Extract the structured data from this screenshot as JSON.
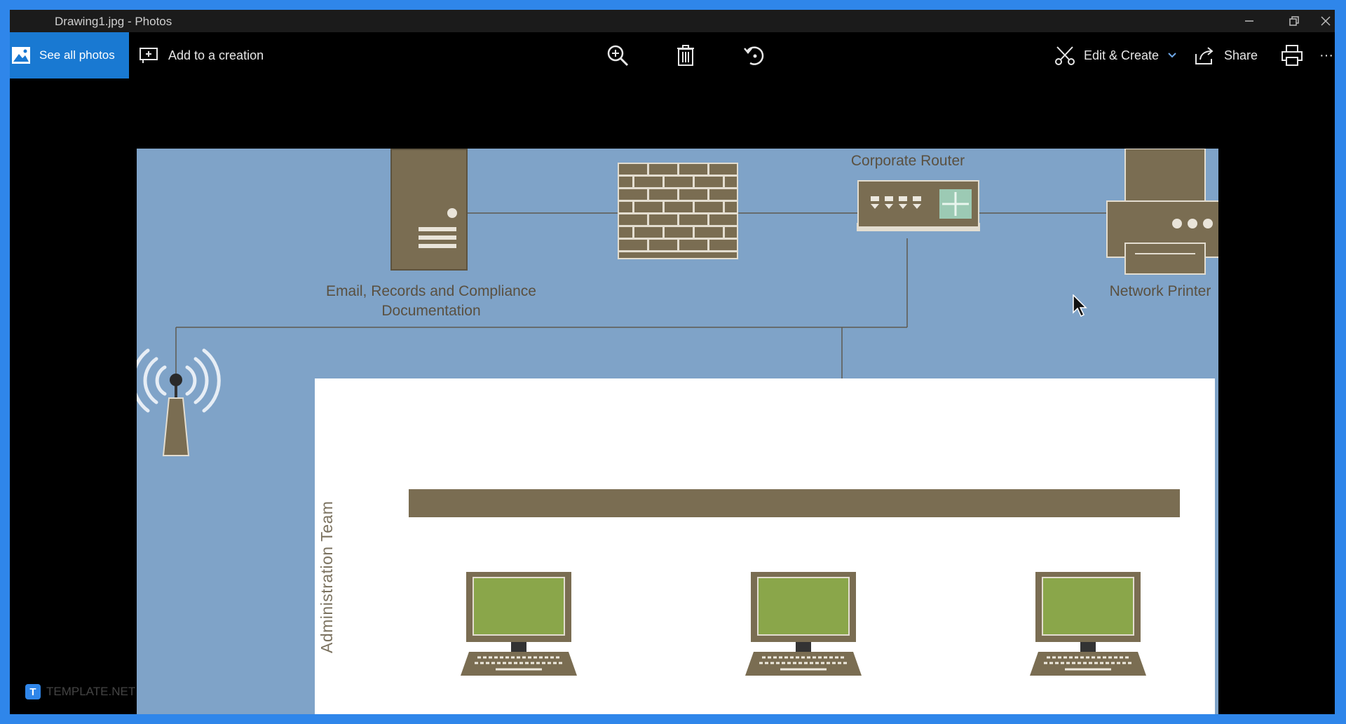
{
  "window": {
    "title": "Drawing1.jpg - Photos"
  },
  "toolbar": {
    "see_all_photos": "See all photos",
    "add_to_creation": "Add to a creation",
    "edit_create": "Edit & Create",
    "share": "Share",
    "more": "···"
  },
  "diagram": {
    "server_label_line1": "Email, Records and Compliance",
    "server_label_line2": "Documentation",
    "router_label": "Corporate Router",
    "printer_label": "Network Printer",
    "team_label": "Administration Team"
  },
  "watermark": {
    "logo": "T",
    "text": "TEMPLATE.NET"
  },
  "colors": {
    "accent": "#1979d2",
    "frame": "#2f86ea",
    "diagram_background": "#7fa3c8",
    "device": "#7a6d52",
    "screen": "#8aa64a"
  },
  "icons": [
    "photos-icon",
    "add-creation-icon",
    "zoom-in-icon",
    "delete-icon",
    "rotate-icon",
    "edit-create-icon",
    "chevron-down-icon",
    "share-icon",
    "print-icon",
    "minimize-icon",
    "restore-icon",
    "close-icon"
  ]
}
